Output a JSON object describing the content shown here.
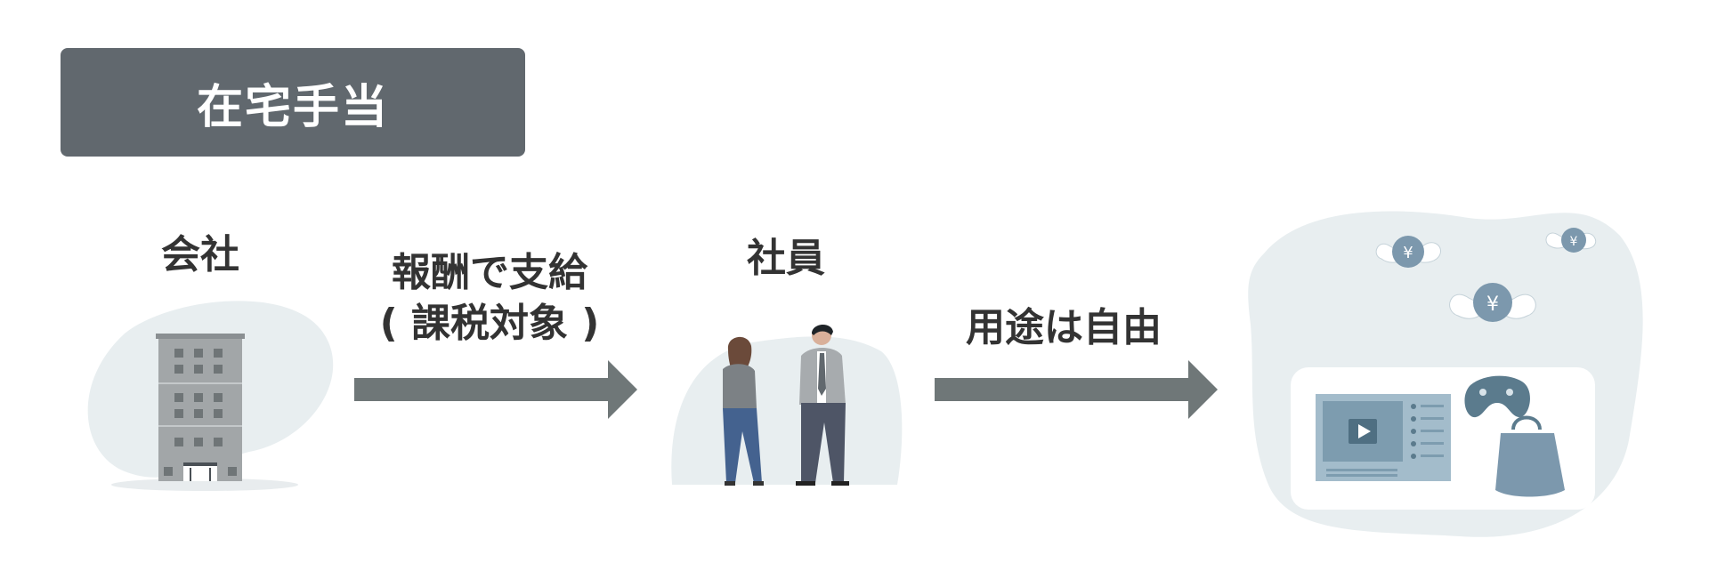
{
  "title": "在宅手当",
  "company": {
    "label": "会社"
  },
  "payment": {
    "line1": "報酬で支給",
    "line2": "( 課税対象 )"
  },
  "employee": {
    "label": "社員"
  },
  "usage": {
    "label": "用途は自由"
  },
  "icons": {
    "company": "office-building-icon",
    "employee": "two-people-icon",
    "usage": "flying-yen-coins-video-game-bag-icon",
    "arrow": "right-arrow-icon"
  },
  "colors": {
    "title_bg": "#61686e",
    "arrow": "#6f7778",
    "blob": "#e8eef0",
    "accent": "#7c98ad"
  }
}
